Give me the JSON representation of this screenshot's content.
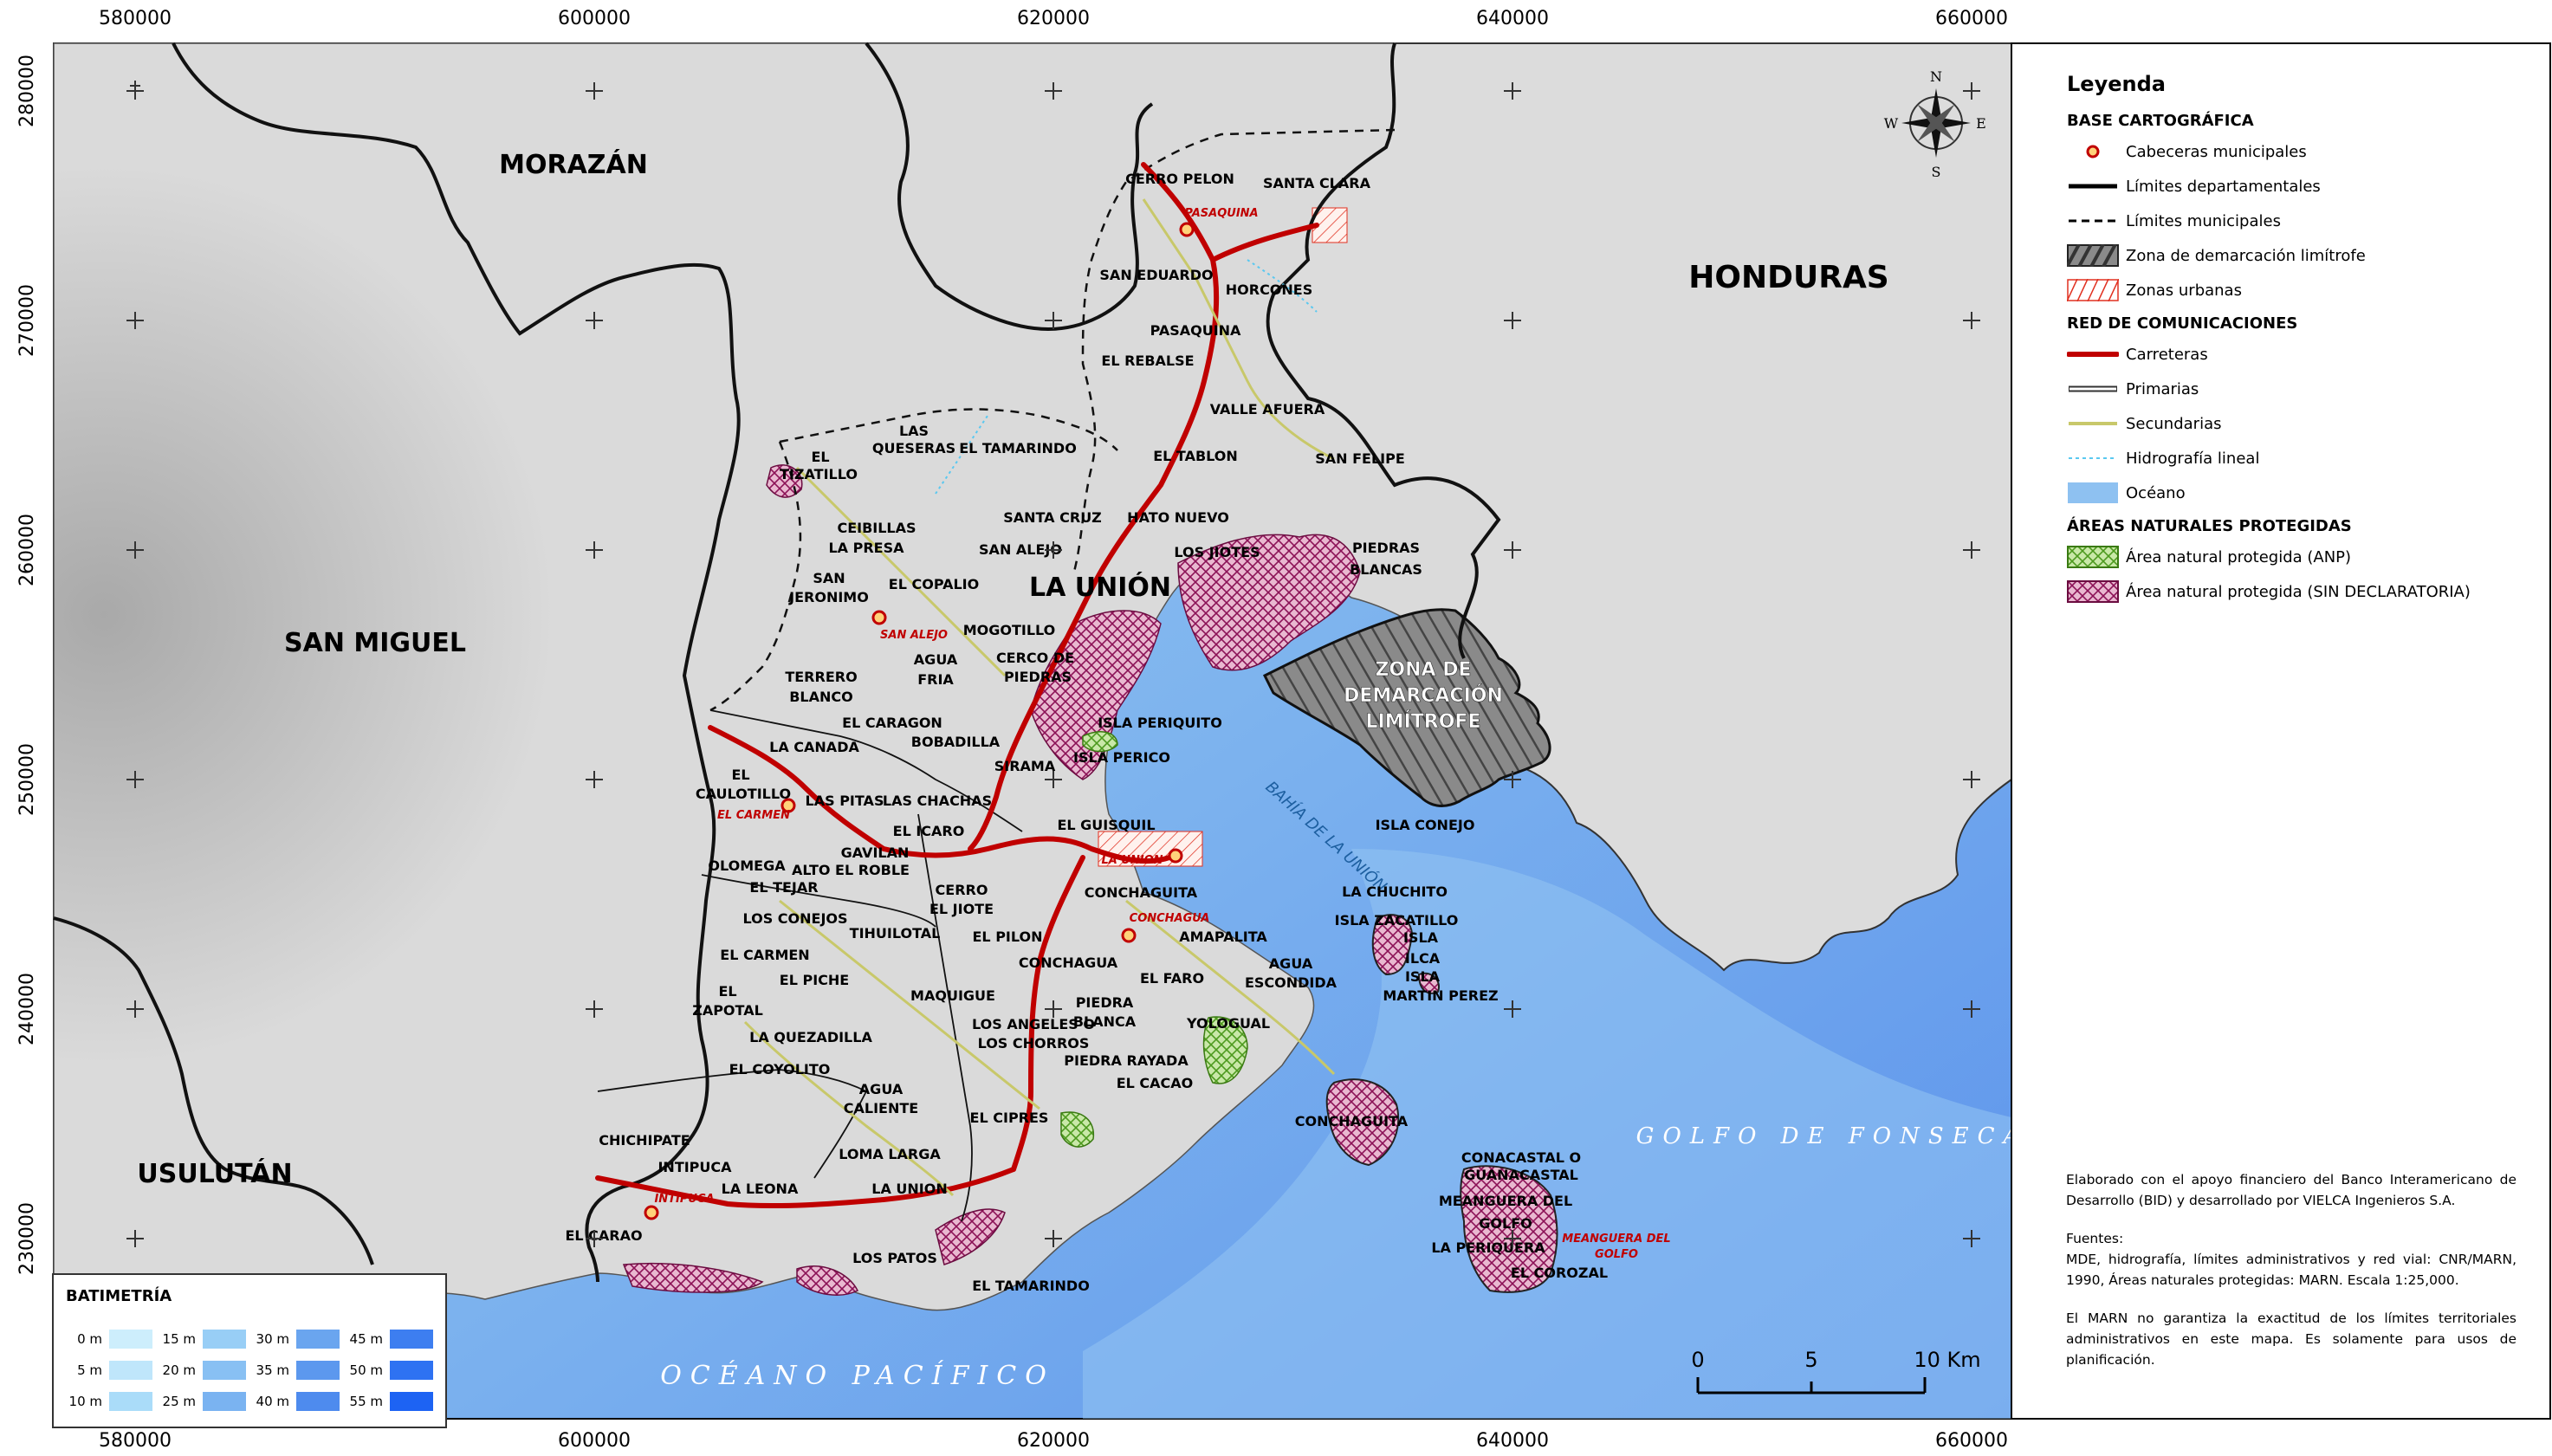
{
  "map": {
    "coords_x": [
      "580000",
      "600000",
      "620000",
      "640000",
      "660000"
    ],
    "coords_y": [
      "280000",
      "270000",
      "260000",
      "250000",
      "240000",
      "230000"
    ],
    "regions": {
      "morazan": "MORAZÁN",
      "honduras": "HONDURAS",
      "san_miguel": "SAN MIGUEL",
      "usulutan": "USULUTÁN",
      "la_union_dept": "LA UNIÓN",
      "zona": [
        "ZONA DE",
        "DEMARCACIÓN",
        "LIMÍTROFE"
      ],
      "golfo": "GOLFO DE FONSECA",
      "oceano": "OCÉANO PACÍFICO",
      "bahia": "BAHÍA DE LA UNIÓN"
    },
    "municipios": {
      "pasaquina": "PASAQUINA",
      "san_alejo": "SAN ALEJO",
      "el_carmen": "EL CARMEN",
      "conchagua": "CONCHAGUA",
      "intipuca": "INTIPUCA",
      "la_union_mun": "LA UNION",
      "meanguera": [
        "MEANGUERA DEL",
        "GOLFO"
      ]
    },
    "cabeceras": {
      "pasaquina": "PASAQUINA",
      "san_alejo": "SAN ALEJO",
      "el_carmen": "EL CARMEN",
      "la_union": "LA UNION",
      "conchagua": "CONCHAGUA",
      "intipuca": "INTIPUCA",
      "meanguera": [
        "MEANGUERA DEL",
        "GOLFO"
      ]
    },
    "places": [
      "CERRO PELON",
      "SANTA CLARA",
      "SAN EDUARDO",
      "HORCONES",
      "EL REBALSE",
      "VALLE AFUERA",
      "EL TABLON",
      "SAN FELIPE",
      "LAS",
      "QUESERAS",
      "EL TAMARINDO",
      "EL",
      "TIZATILLO",
      "SANTA CRUZ",
      "HATO NUEVO",
      "CEIBILLAS",
      "LA PRESA",
      "LOS JIOTES",
      "PIEDRAS",
      "BLANCAS",
      "SAN",
      "JERONIMO",
      "EL COPALIO",
      "MOGOTILLO",
      "AGUA",
      "FRIA",
      "CERCO DE",
      "PIEDRAS",
      "TERRERO",
      "BLANCO",
      "EL CARAGON",
      "ISLA PERIQUITO",
      "LA CANADA",
      "BOBADILLA",
      "SIRAMA",
      "ISLA PERICO",
      "EL",
      "CAULOTILLO",
      "LAS PITAS",
      "LAS CHACHAS",
      "EL GUISQUIL",
      "ISLA CONEJO",
      "EL ICARO",
      "GAVILAN",
      "OLOMEGA",
      "ALTO EL ROBLE",
      "EL TEJAR",
      "CERRO",
      "EL JIOTE",
      "CONCHAGUITA",
      "LA CHUCHITO",
      "LOS CONEJOS",
      "ISLA ZACATILLO",
      "TIHUILOTAL",
      "EL PILON",
      "AMAPALITA",
      "ISLA",
      "ILCA",
      "AGUA",
      "ESCONDIDA",
      "EL",
      "ZAPOTAL",
      "EL PICHE",
      "MAQUIGUE",
      "EL FARO",
      "ISLA",
      "MARTIN PEREZ",
      "PIEDRA",
      "BLANCA",
      "LOS ANGELES O",
      "LOS CHORROS",
      "YOLOGUAL",
      "LA QUEZADILLA",
      "EL COYOLITO",
      "PIEDRA RAYADA",
      "EL CACAO",
      "AGUA",
      "CALIENTE",
      "EL CIPRES",
      "CONCHAGUITA",
      "CHICHIPATE",
      "CONACASTAL O",
      "GUANACASTAL",
      "LOMA LARGA",
      "LA LEONA",
      "EL CARAO",
      "LA PERIQUERA",
      "LOS PATOS",
      "EL COROZAL",
      "EL TAMARINDO"
    ],
    "compass": {
      "n": "N",
      "s": "S",
      "e": "E",
      "w": "W"
    },
    "scale": {
      "ticks": [
        "0",
        "5",
        "10 Km"
      ]
    }
  },
  "legend": {
    "title": "Leyenda",
    "sections": [
      {
        "title": "BASE CARTOGRÁFICA",
        "items": [
          {
            "label": "Cabeceras municipales",
            "symbol": "dot-icon"
          },
          {
            "label": "Límites departamentales",
            "symbol": "solid-line"
          },
          {
            "label": "Límites municipales",
            "symbol": "dashed-line"
          },
          {
            "label": "Zona de demarcación limítrofe",
            "symbol": "gray-hatch"
          },
          {
            "label": "Zonas urbanas",
            "symbol": "red-hatch"
          }
        ]
      },
      {
        "title": "RED DE COMUNICACIONES",
        "items": [
          {
            "label": "Carreteras",
            "symbol": "red-road"
          },
          {
            "label": "Primarias",
            "symbol": "gray-road"
          },
          {
            "label": "Secundarias",
            "symbol": "yellow-road"
          },
          {
            "label": "Hidrografía lineal",
            "symbol": "blue-dotted"
          },
          {
            "label": "Océano",
            "symbol": "ocean-fill"
          }
        ]
      },
      {
        "title": "ÁREAS NATURALES PROTEGIDAS",
        "items": [
          {
            "label": "Área natural protegida (ANP)",
            "symbol": "green-crosshatch"
          },
          {
            "label": "Área natural protegida (SIN DECLARATORIA)",
            "symbol": "magenta-crosshatch"
          }
        ]
      }
    ],
    "notes": [
      "Elaborado con el apoyo financiero del Banco Interamericano de Desarrollo (BID) y desarrollado por VIELCA Ingenieros S.A.",
      "Fuentes:",
      "MDE, hidrografía, límites administrativos y red vial: CNR/MARN, 1990, Áreas naturales protegidas: MARN. Escala 1:25,000.",
      "El MARN no garantiza la exactitud de los límites territoriales administrativos en este mapa. Es solamente para usos de planificación."
    ]
  },
  "bathymetry": {
    "title": "BATIMETRÍA",
    "levels": [
      {
        "label": "0 m",
        "color": "#cdeefc"
      },
      {
        "label": "5 m",
        "color": "#bfe6fb"
      },
      {
        "label": "10 m",
        "color": "#aadcf9"
      },
      {
        "label": "15 m",
        "color": "#98cef6"
      },
      {
        "label": "20 m",
        "color": "#88c0f3"
      },
      {
        "label": "25 m",
        "color": "#7ab3f1"
      },
      {
        "label": "30 m",
        "color": "#6aa5ef"
      },
      {
        "label": "35 m",
        "color": "#5c98ee"
      },
      {
        "label": "40 m",
        "color": "#4e8bee"
      },
      {
        "label": "45 m",
        "color": "#3d7ef0"
      },
      {
        "label": "50 m",
        "color": "#2e72f2"
      },
      {
        "label": "55 m",
        "color": "#1d63f3"
      }
    ]
  },
  "colors": {
    "land": "#d9d9d9",
    "honduras": "#dcdcdc",
    "ocean": "#7fb4ee",
    "shallow": "#b7dcf6",
    "road": "#c00000",
    "secondary": "#c8c86a",
    "anp": "#6db33f",
    "protected": "#b0206a"
  }
}
